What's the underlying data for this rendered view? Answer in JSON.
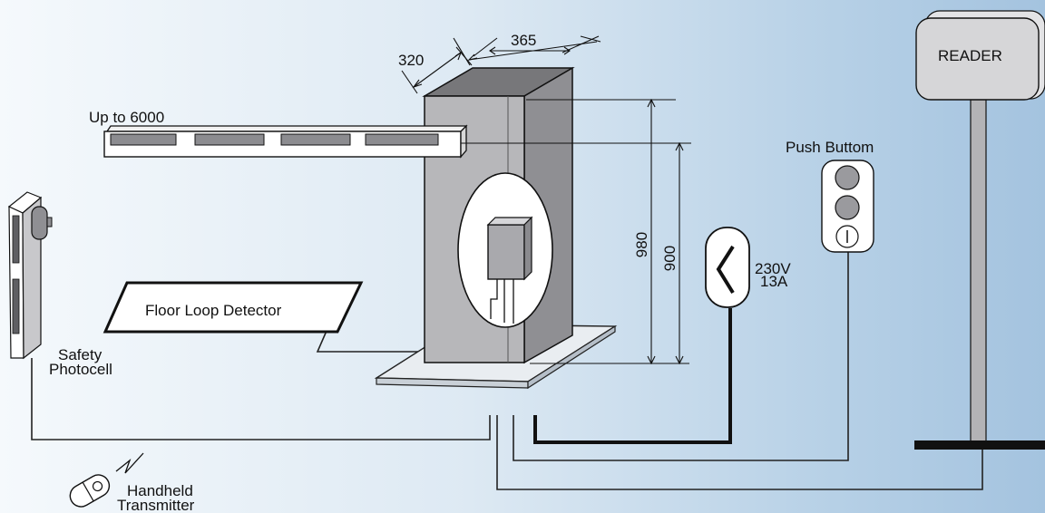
{
  "labels": {
    "dim_depth": "320",
    "dim_width": "365",
    "arm_length": "Up to 6000",
    "height_total": "980",
    "height_arm": "900",
    "reader": "READER",
    "push_button": "Push Buttom",
    "power_voltage": "230V",
    "power_current": "13A",
    "floor_loop": "Floor Loop Detector",
    "photocell_line1": "Safety",
    "photocell_line2": "Photocell",
    "transmitter_line1": "Handheld",
    "transmitter_line2": "Transmitter"
  },
  "colors": {
    "background_left": "#f5f9fc",
    "background_right": "#a4c3df",
    "cabinet_front": "#b7b7ba",
    "cabinet_side": "#8f8f93",
    "cabinet_top": "#77777a",
    "wire": "#111111"
  }
}
